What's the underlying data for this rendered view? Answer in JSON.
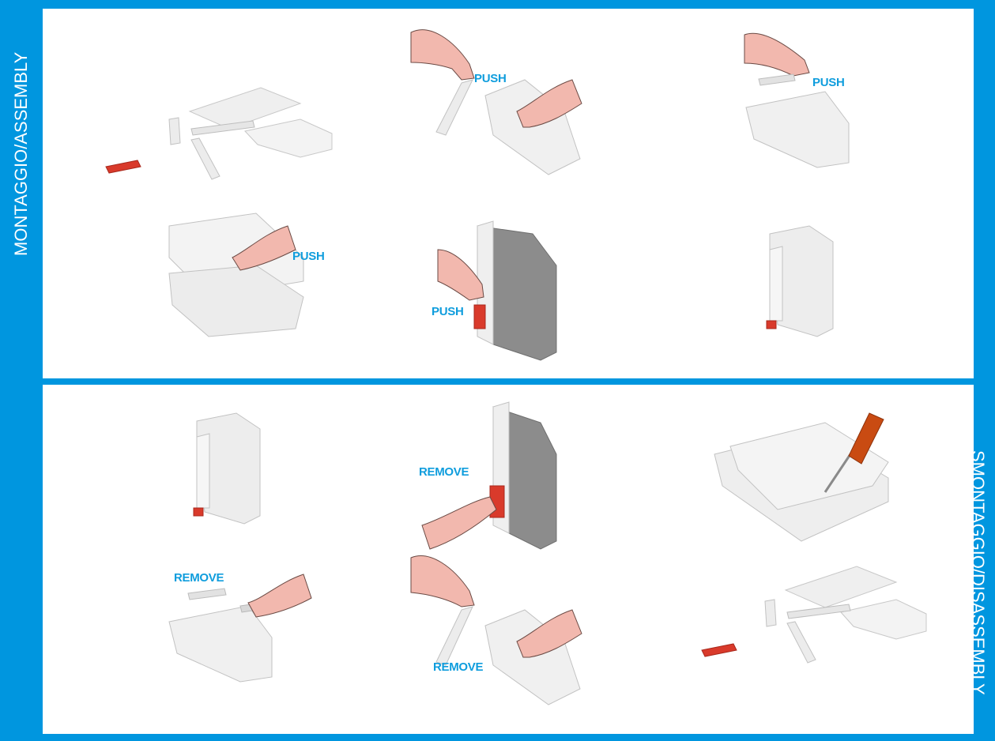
{
  "sections": {
    "assembly_label": "MONTAGGIO/ASSEMBLY",
    "disassembly_label": "SMONTAGGIO/DISASSEMBLY"
  },
  "callouts": {
    "push": "PUSH",
    "remove": "REMOVE"
  },
  "colors": {
    "frame_blue": "#0096df",
    "callout_blue": "#0f9ddd",
    "hand_skin": "#f2b8ae",
    "latch_red": "#d93a2b",
    "screwdriver_handle": "#c94b12",
    "housing_gray": "#e8e8e8"
  },
  "assembly_steps": [
    {
      "icon": "exploded-parts-icon"
    },
    {
      "icon": "push-clip-icon",
      "callout": "PUSH"
    },
    {
      "icon": "push-terminal-cover-icon",
      "callout": "PUSH"
    },
    {
      "icon": "push-lid-icon",
      "callout": "PUSH"
    },
    {
      "icon": "push-latch-icon",
      "callout": "PUSH"
    },
    {
      "icon": "assembled-housing-icon"
    }
  ],
  "disassembly_steps": [
    {
      "icon": "assembled-housing-icon"
    },
    {
      "icon": "remove-latch-icon",
      "callout": "REMOVE"
    },
    {
      "icon": "screwdriver-pry-icon"
    },
    {
      "icon": "remove-terminal-cover-icon",
      "callout": "REMOVE"
    },
    {
      "icon": "remove-clip-icon",
      "callout": "REMOVE"
    },
    {
      "icon": "exploded-parts-icon"
    }
  ]
}
